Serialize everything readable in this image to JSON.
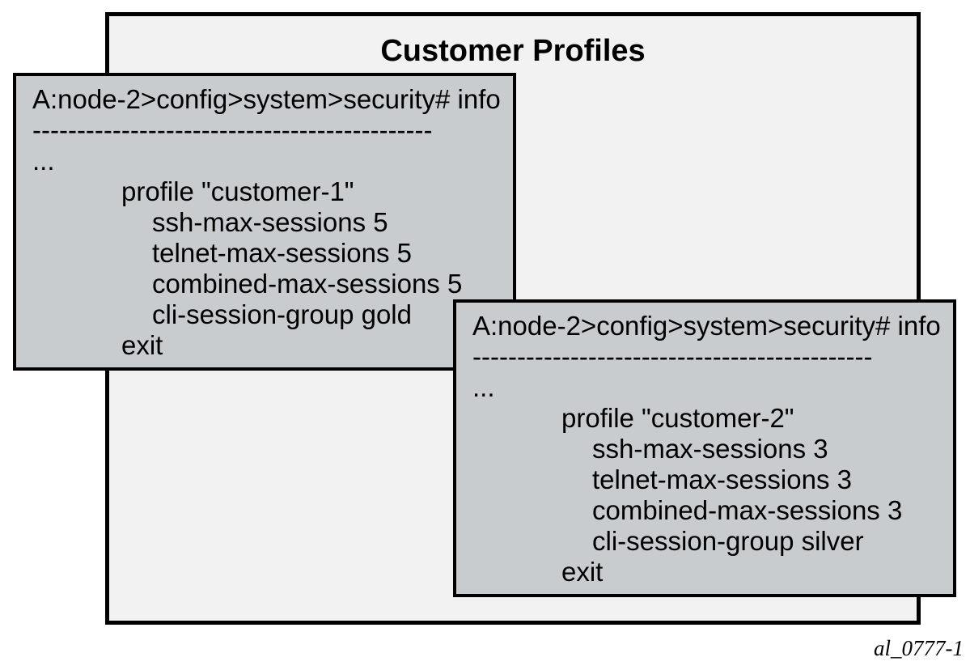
{
  "figure": {
    "title": "Customer Profiles",
    "caption": "al_0777-1"
  },
  "colors": {
    "panel_fill": "#f2f2f2",
    "terminal_fill": "#c9ccce",
    "border": "#000000",
    "page_background": "#ffffff"
  },
  "terminal_customer_1": {
    "lines": [
      "A:node-2>config>system>security# info",
      "---------------------------------------------",
      "...",
      "profile \"customer-1\"",
      "ssh-max-sessions 5",
      "telnet-max-sessions 5",
      "combined-max-sessions 5",
      "cli-session-group gold",
      "exit"
    ]
  },
  "terminal_customer_2": {
    "lines": [
      "A:node-2>config>system>security# info",
      "---------------------------------------------",
      "...",
      "profile \"customer-2\"",
      "ssh-max-sessions 3",
      "telnet-max-sessions 3",
      "combined-max-sessions 3",
      "cli-session-group silver",
      "exit"
    ]
  }
}
